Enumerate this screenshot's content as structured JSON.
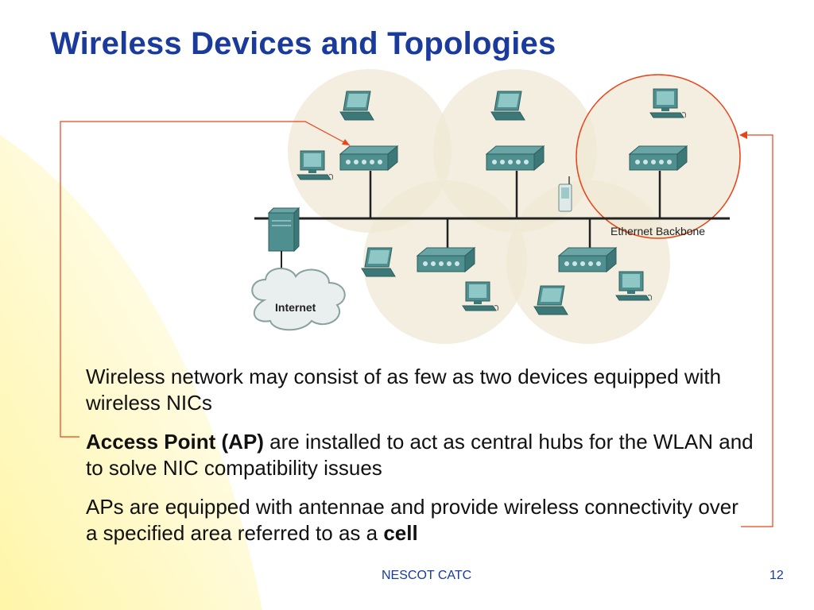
{
  "slide": {
    "title": "Wireless Devices and Topologies",
    "bullets": [
      {
        "text": "Wireless network may consist of as few as two devices equipped with wireless NICs"
      },
      {
        "bold": "Access Point (AP)",
        "text": " are installed to act as central hubs for the WLAN and to solve NIC compatibility issues"
      },
      {
        "text": "APs are equipped with antennae and provide wireless connectivity over a specified area referred to as a ",
        "bold_end": "cell"
      }
    ],
    "footer_left": "NESCOT CATC",
    "page_number": "12"
  },
  "diagram": {
    "backbone_label": "Ethernet Backbone",
    "internet_label": "Internet"
  },
  "colors": {
    "title": "#1a3a9c",
    "accent_arrow": "#e8441a",
    "cell_fill": "#efe8d4",
    "device": "#4f8f8f",
    "background_gradient": "#fff7b8"
  }
}
